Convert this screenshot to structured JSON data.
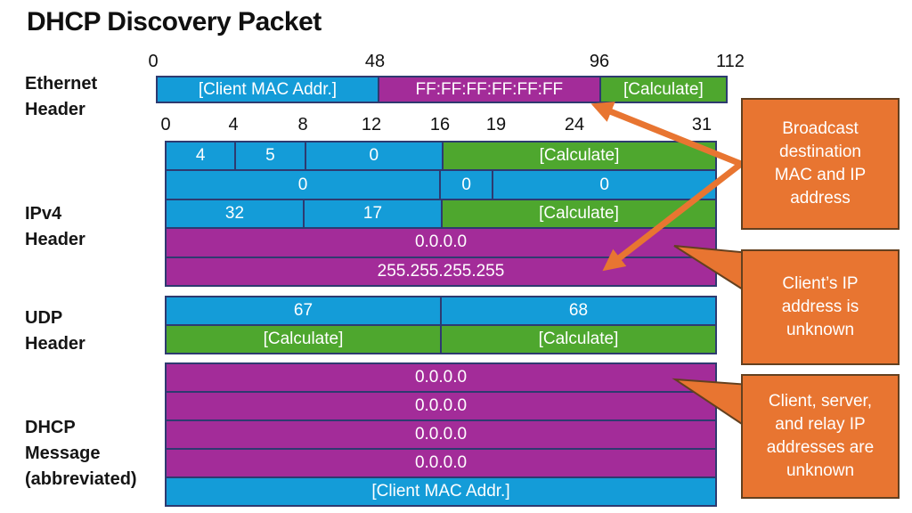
{
  "title": "DHCP Discovery Packet",
  "colors": {
    "cyan": "#149CD8",
    "magenta": "#A32C99",
    "green": "#4EA72E",
    "orange": "#E87531",
    "block_border": "#2E3A70",
    "annotation_border": "#63401F"
  },
  "ethernet": {
    "label": "Ethernet\nHeader",
    "scale": [
      "0",
      "48",
      "96",
      "112"
    ],
    "cells": [
      {
        "text": "[Client MAC Addr.]",
        "color": "cyan"
      },
      {
        "text": "FF:FF:FF:FF:FF:FF",
        "color": "magenta"
      },
      {
        "text": "[Calculate]",
        "color": "green"
      }
    ]
  },
  "ipv4": {
    "label": "IPv4\nHeader",
    "scale": [
      "0",
      "4",
      "8",
      "12",
      "16",
      "19",
      "24",
      "31"
    ],
    "rows": [
      {
        "cells": [
          {
            "text": "4",
            "color": "cyan"
          },
          {
            "text": "5",
            "color": "cyan"
          },
          {
            "text": "0",
            "color": "cyan"
          },
          {
            "text": "[Calculate]",
            "color": "green"
          }
        ]
      },
      {
        "cells": [
          {
            "text": "0",
            "color": "cyan"
          },
          {
            "text": "0",
            "color": "cyan"
          },
          {
            "text": "0",
            "color": "cyan"
          }
        ]
      },
      {
        "cells": [
          {
            "text": "32",
            "color": "cyan"
          },
          {
            "text": "17",
            "color": "cyan"
          },
          {
            "text": "[Calculate]",
            "color": "green"
          }
        ]
      },
      {
        "cells": [
          {
            "text": "0.0.0.0",
            "color": "magenta"
          }
        ]
      },
      {
        "cells": [
          {
            "text": "255.255.255.255",
            "color": "magenta"
          }
        ]
      }
    ]
  },
  "udp": {
    "label": "UDP\nHeader",
    "rows": [
      {
        "cells": [
          {
            "text": "67",
            "color": "cyan"
          },
          {
            "text": "68",
            "color": "cyan"
          }
        ]
      },
      {
        "cells": [
          {
            "text": "[Calculate]",
            "color": "green"
          },
          {
            "text": "[Calculate]",
            "color": "green"
          }
        ]
      }
    ]
  },
  "dhcp": {
    "label": "DHCP\nMessage\n(abbreviated)",
    "rows": [
      {
        "cells": [
          {
            "text": "0.0.0.0",
            "color": "magenta"
          }
        ]
      },
      {
        "cells": [
          {
            "text": "0.0.0.0",
            "color": "magenta"
          }
        ]
      },
      {
        "cells": [
          {
            "text": "0.0.0.0",
            "color": "magenta"
          }
        ]
      },
      {
        "cells": [
          {
            "text": "0.0.0.0",
            "color": "magenta"
          }
        ]
      },
      {
        "cells": [
          {
            "text": "[Client MAC Addr.]",
            "color": "cyan"
          }
        ]
      }
    ]
  },
  "annotations": [
    {
      "text": "Broadcast\ndestination\nMAC and IP\naddress"
    },
    {
      "text": "Client’s IP\naddress is\nunknown"
    },
    {
      "text": "Client, server,\nand relay IP\naddresses are\nunknown"
    }
  ]
}
